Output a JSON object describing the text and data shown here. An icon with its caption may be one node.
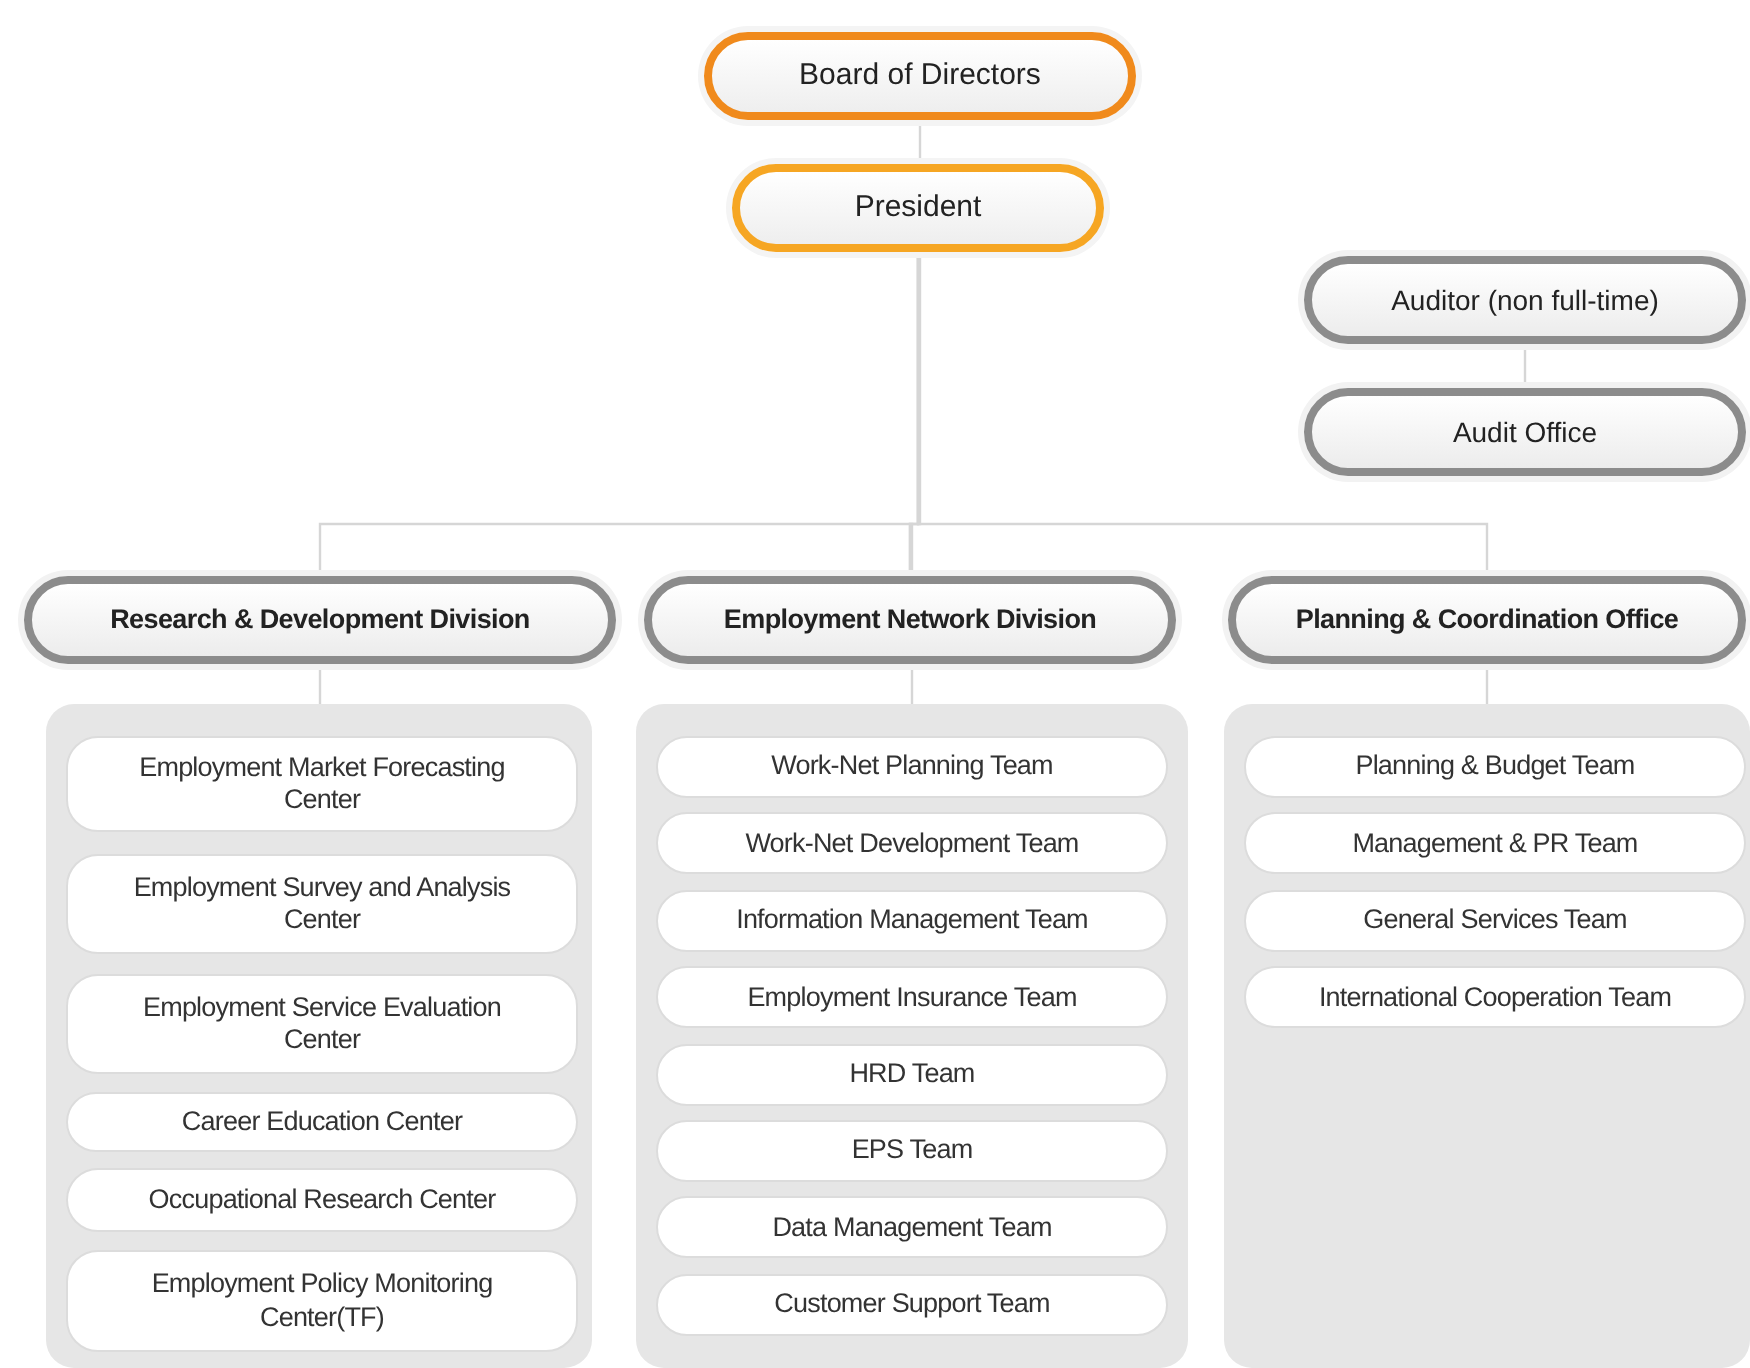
{
  "diagram": {
    "nodes": [
      {
        "text": [
          "Board of Directors"
        ]
      },
      {
        "text": [
          "President"
        ]
      },
      {
        "text": [
          "Auditor (non full-time)"
        ]
      },
      {
        "text": [
          "Audit Office"
        ]
      },
      {
        "text": [
          "Research & Development Division"
        ]
      },
      {
        "text": [
          "Employment Network Division"
        ]
      },
      {
        "text": [
          "Planning & Coordination Office"
        ]
      },
      {
        "text": [],
        "shape": "box"
      },
      {
        "text": [
          "Employment Market Forecasting Center"
        ],
        "in": 7
      },
      {
        "text": [
          "Employment Survey and Analysis Center"
        ],
        "in": 7
      },
      {
        "text": [
          "Employment Service Evaluation Center"
        ],
        "in": 7
      },
      {
        "text": [
          "Career Education Center"
        ],
        "in": 7
      },
      {
        "text": [
          "Occupational Research Center"
        ],
        "in": 7
      },
      {
        "text": [
          "Employment Policy Monitoring Center(TF)"
        ],
        "in": 7
      },
      {
        "text": [],
        "shape": "box"
      },
      {
        "text": [
          "Work-Net Planning Team"
        ],
        "in": 14
      },
      {
        "text": [
          "Work-Net Development Team"
        ],
        "in": 14
      },
      {
        "text": [
          "Information Management Team"
        ],
        "in": 14
      },
      {
        "text": [
          "Employment Insurance Team"
        ],
        "in": 14
      },
      {
        "text": [
          "HRD Team"
        ],
        "in": 14
      },
      {
        "text": [
          "EPS Team"
        ],
        "in": 14
      },
      {
        "text": [
          "Data Management Team"
        ],
        "in": 14
      },
      {
        "text": [
          "Customer Support Team"
        ],
        "in": 14
      },
      {
        "text": [],
        "shape": "box"
      },
      {
        "text": [
          "Planning & Budget Team"
        ],
        "in": 23
      },
      {
        "text": [
          "Management & PR Team"
        ],
        "in": 23
      },
      {
        "text": [
          "General Services Team"
        ],
        "in": 23
      },
      {
        "text": [
          "International Cooperation Team"
        ],
        "in": 23
      }
    ],
    "edges": [
      {
        "from": 0,
        "to": 1,
        "arrow": "none"
      },
      {
        "from": 2,
        "to": 3,
        "arrow": "none"
      },
      {
        "from": 1,
        "to": 4,
        "arrow": "none"
      },
      {
        "from": 1,
        "to": 5,
        "arrow": "none"
      },
      {
        "from": 1,
        "to": 6,
        "arrow": "none"
      },
      {
        "from": 4,
        "to": 7,
        "arrow": "none"
      },
      {
        "from": 5,
        "to": 14,
        "arrow": "none"
      },
      {
        "from": 6,
        "to": 23,
        "arrow": "none"
      }
    ]
  }
}
